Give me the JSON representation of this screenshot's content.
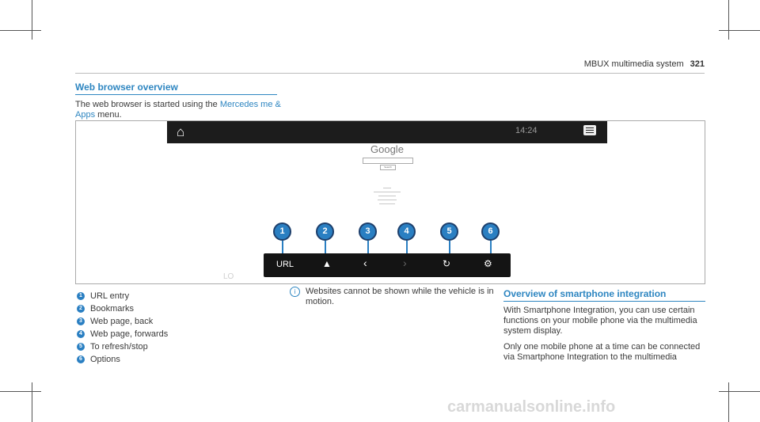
{
  "header": {
    "section": "MBUX multimedia system",
    "page_number": "321"
  },
  "section1": {
    "heading": "Web browser overview",
    "intro_text": "The web browser is started using the",
    "intro_link": "Mercedes me & Apps",
    "intro_end": "menu."
  },
  "screenshot": {
    "status": "14:24",
    "google_logo": "Google",
    "search_button": "Search",
    "lo_mark": "LO",
    "navbar": {
      "url_label": "URL"
    },
    "callouts": [
      "1",
      "2",
      "3",
      "4",
      "5",
      "6"
    ]
  },
  "legend": [
    {
      "num": "1",
      "label": "URL entry"
    },
    {
      "num": "2",
      "label": "Bookmarks"
    },
    {
      "num": "3",
      "label": "Web page, back"
    },
    {
      "num": "4",
      "label": "Web page, forwards"
    },
    {
      "num": "5",
      "label": "To refresh/stop"
    },
    {
      "num": "6",
      "label": "Options"
    }
  ],
  "note": {
    "icon": "info-icon",
    "text": "Websites cannot be shown while the vehicle is in motion."
  },
  "section2": {
    "heading": "Overview of smartphone integration",
    "p1": "With Smartphone Integration, you can use certain functions on your mobile phone via the multimedia system display.",
    "p2": "Only one mobile phone at a time can be connected via Smartphone Integration to the multimedia"
  },
  "watermark": "carmanualsonline.info",
  "colors": {
    "accent": "#2e86c1",
    "callout": "#2a7fc2",
    "screen_bar": "#1c1c1c"
  }
}
